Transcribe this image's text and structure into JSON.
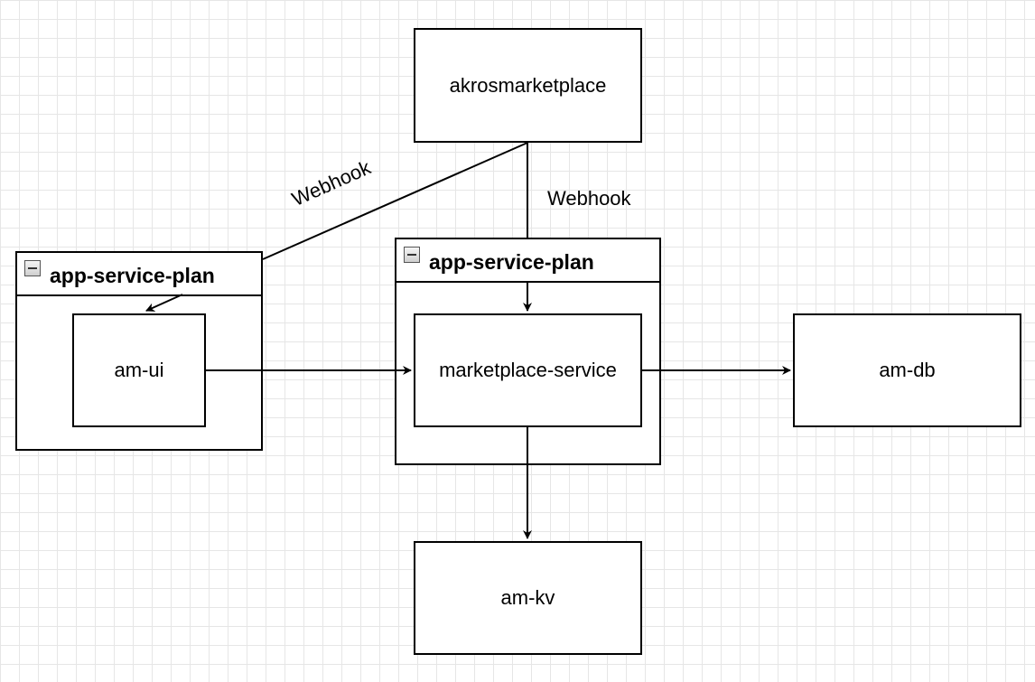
{
  "nodes": {
    "registry": "akrosmarketplace",
    "ui": "am-ui",
    "service": "marketplace-service",
    "db": "am-db",
    "kv": "am-kv"
  },
  "containers": {
    "left_plan": "app-service-plan",
    "center_plan": "app-service-plan"
  },
  "edge_labels": {
    "webhook_to_ui": "Webhook",
    "webhook_to_service": "Webhook"
  },
  "colors": {
    "stroke": "#000000",
    "grid": "#e6e6e6",
    "background": "#ffffff"
  }
}
